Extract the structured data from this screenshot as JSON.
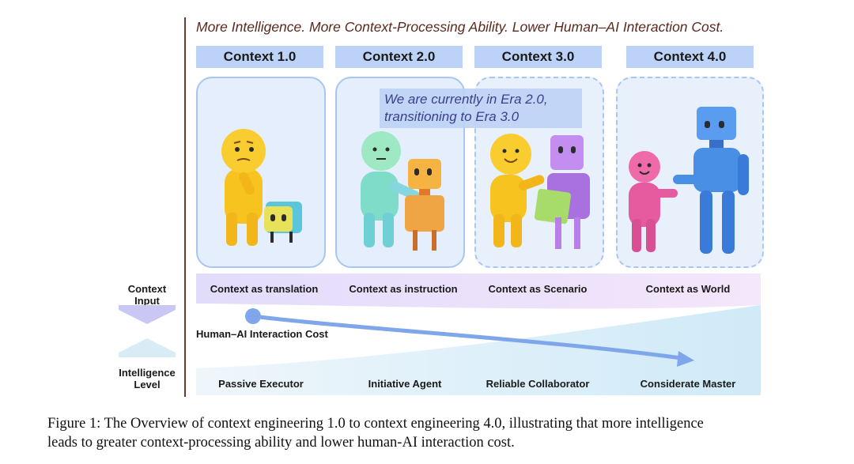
{
  "headline": "More Intelligence. More Context-Processing Ability. Lower Human–AI Interaction Cost.",
  "eras": [
    {
      "title": "Context 1.0",
      "input": "Context as translation",
      "level": "Passive Executor"
    },
    {
      "title": "Context 2.0",
      "input": "Context as instruction",
      "level": "Initiative Agent"
    },
    {
      "title": "Context 3.0",
      "input": "Context as Scenario",
      "level": "Reliable Collaborator"
    },
    {
      "title": "Context 4.0",
      "input": "Context as World",
      "level": "Considerate Master"
    }
  ],
  "callout": {
    "line1": "We are currently  in Era 2.0,",
    "line2": "transitioning to Era 3.0"
  },
  "axis": {
    "context_input": "Context Input",
    "intelligence_level": "Intelligence Level",
    "cost_label": "Human–AI Interaction Cost"
  },
  "caption": {
    "line1": "Figure 1: The Overview of context engineering 1.0 to context engineering 4.0, illustrating that more intelligence",
    "line2": "leads to greater context-processing ability and lower human-AI interaction cost."
  },
  "colors": {
    "title_bar": "#bcd3f7",
    "panel_fill": "#e4eefc",
    "panel_border": "#a9c6f1",
    "headline_text": "#5a2a1f",
    "callout_text": "#3a3f8a",
    "cost_arrow": "#7fa6ea",
    "figure_yellow": "#f7c41f",
    "figure_mint": "#8fe3c2",
    "figure_purple": "#b97ee8",
    "figure_pink": "#e65a9f",
    "robot_blue": "#4a8fe6"
  },
  "icons": [
    "thinking-human-icon",
    "small-box-robot-icon",
    "human-icon",
    "orange-robot-icon",
    "smiling-human-icon",
    "purple-robot-icon",
    "pink-human-icon",
    "humanoid-robot-icon"
  ]
}
